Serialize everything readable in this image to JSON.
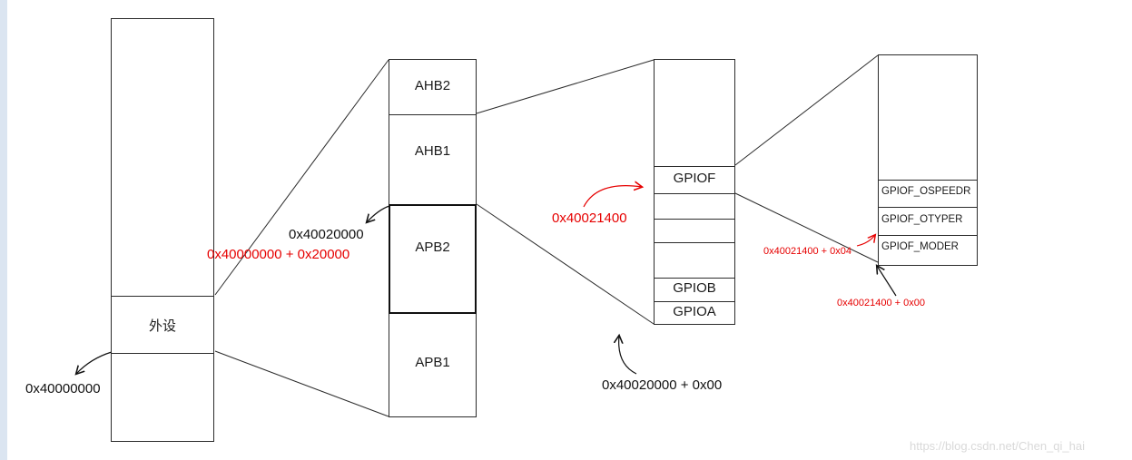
{
  "diagram": {
    "peripheral_box": {
      "label": "外设"
    },
    "bus_column": {
      "cells": [
        {
          "label": "AHB2"
        },
        {
          "label": "AHB1"
        },
        {
          "label": "APB2"
        },
        {
          "label": "APB1"
        }
      ]
    },
    "gpio_column": {
      "gpiof": "GPIOF",
      "gpiob": "GPIOB",
      "gpioa": "GPIOA"
    },
    "register_column": {
      "cells": [
        "GPIOF_OSPEEDR",
        "GPIOF_OTYPER",
        "GPIOF_MODER"
      ]
    },
    "annotations": {
      "base_addr": "0x40000000",
      "ahb1_addr": "0x40020000",
      "ahb1_addr_calc": "0x40000000 + 0x20000",
      "gpiof_addr": "0x40021400",
      "otyper_addr_calc": "0x40021400 + 0x04",
      "moder_addr_calc": "0x40021400 + 0x00",
      "gpioa_addr_calc": "0x40020000 + 0x00"
    },
    "watermark": "https://blog.csdn.net/Chen_qi_hai",
    "colors": {
      "annotation_red": "#e60000",
      "line_black": "#2b2b2b",
      "watermark_gray": "#d9d9d9",
      "edge_strip_blue": "#dbe5f1"
    }
  }
}
